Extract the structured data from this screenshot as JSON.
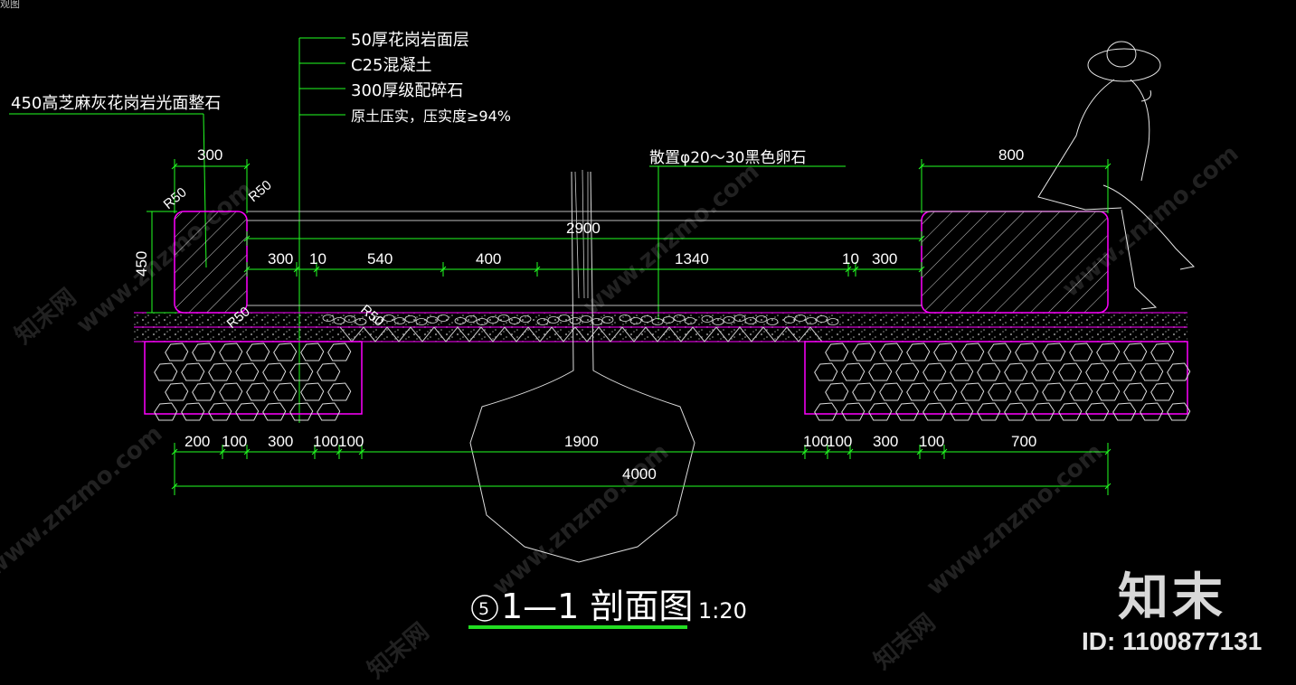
{
  "window": {
    "corner_title": "观图"
  },
  "layers": [
    "50厚花岗岩面层",
    "C25混凝土",
    "300厚级配碎石",
    "原土压实，压实度≥94%"
  ],
  "labels": {
    "curb_stone": "450高芝麻灰花岗岩光面整石",
    "pebbles": "散置φ20～30黑色卵石",
    "radius_a": "R50",
    "radius_b": "R50",
    "radius_c": "R50",
    "radius_d": "R50"
  },
  "dimensions": {
    "top_left": "300",
    "top_right": "800",
    "height_left": "450",
    "overall_top": "2900",
    "row_mid": [
      "300",
      "10",
      "540",
      "400",
      "1340",
      "10",
      "300"
    ],
    "row_bottom": [
      "200",
      "100",
      "300",
      "100",
      "100",
      "1900",
      "100",
      "100",
      "300",
      "100",
      "700"
    ],
    "overall_bottom": "4000"
  },
  "title": {
    "number": "5",
    "text": "1—1 剖面图",
    "scale": "1:20"
  },
  "watermark": {
    "site": "www.znzmo.com",
    "cn": "知末网",
    "logo": "知末",
    "id": "ID: 1100877131"
  },
  "colors": {
    "background": "#000000",
    "dimension": "#22ff22",
    "outline": "#ff00ff",
    "title_underline": "#22dd22"
  }
}
